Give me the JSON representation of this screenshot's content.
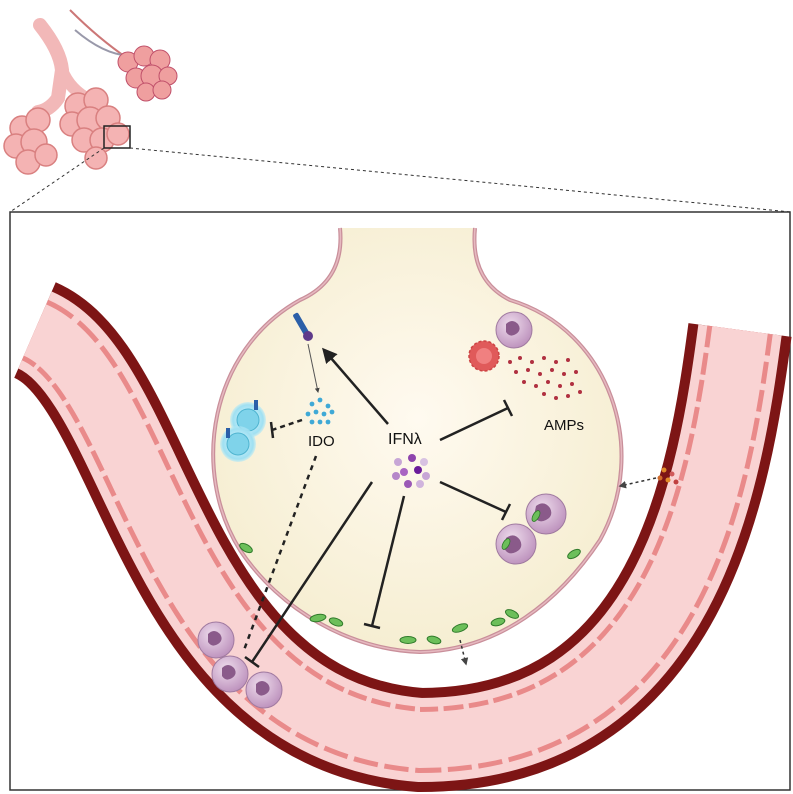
{
  "labels": {
    "cytokine": "IFNλ",
    "enzyme": "IDO",
    "peptides": "AMPs"
  },
  "colors": {
    "vessel_wall": "#8b1a1a",
    "vessel_lumen": "#f7c9c9",
    "endothelial": "#e57373",
    "alveolus_fill": "#fbf6e2",
    "alveolus_wall": "#c98f9a",
    "ifn_purple": "#8e44ad",
    "ido_blue": "#3fa9d6",
    "amp_red": "#b03040",
    "neutrophil": "#c9a3c9",
    "bacteria_green": "#5cb85c",
    "lung_pink": "#f2a6a6"
  },
  "icons": [
    "lung-alveoli-icon",
    "neutrophil-icon",
    "macrophage-icon",
    "bacteria-icon",
    "t-cell-icon",
    "receptor-icon"
  ]
}
